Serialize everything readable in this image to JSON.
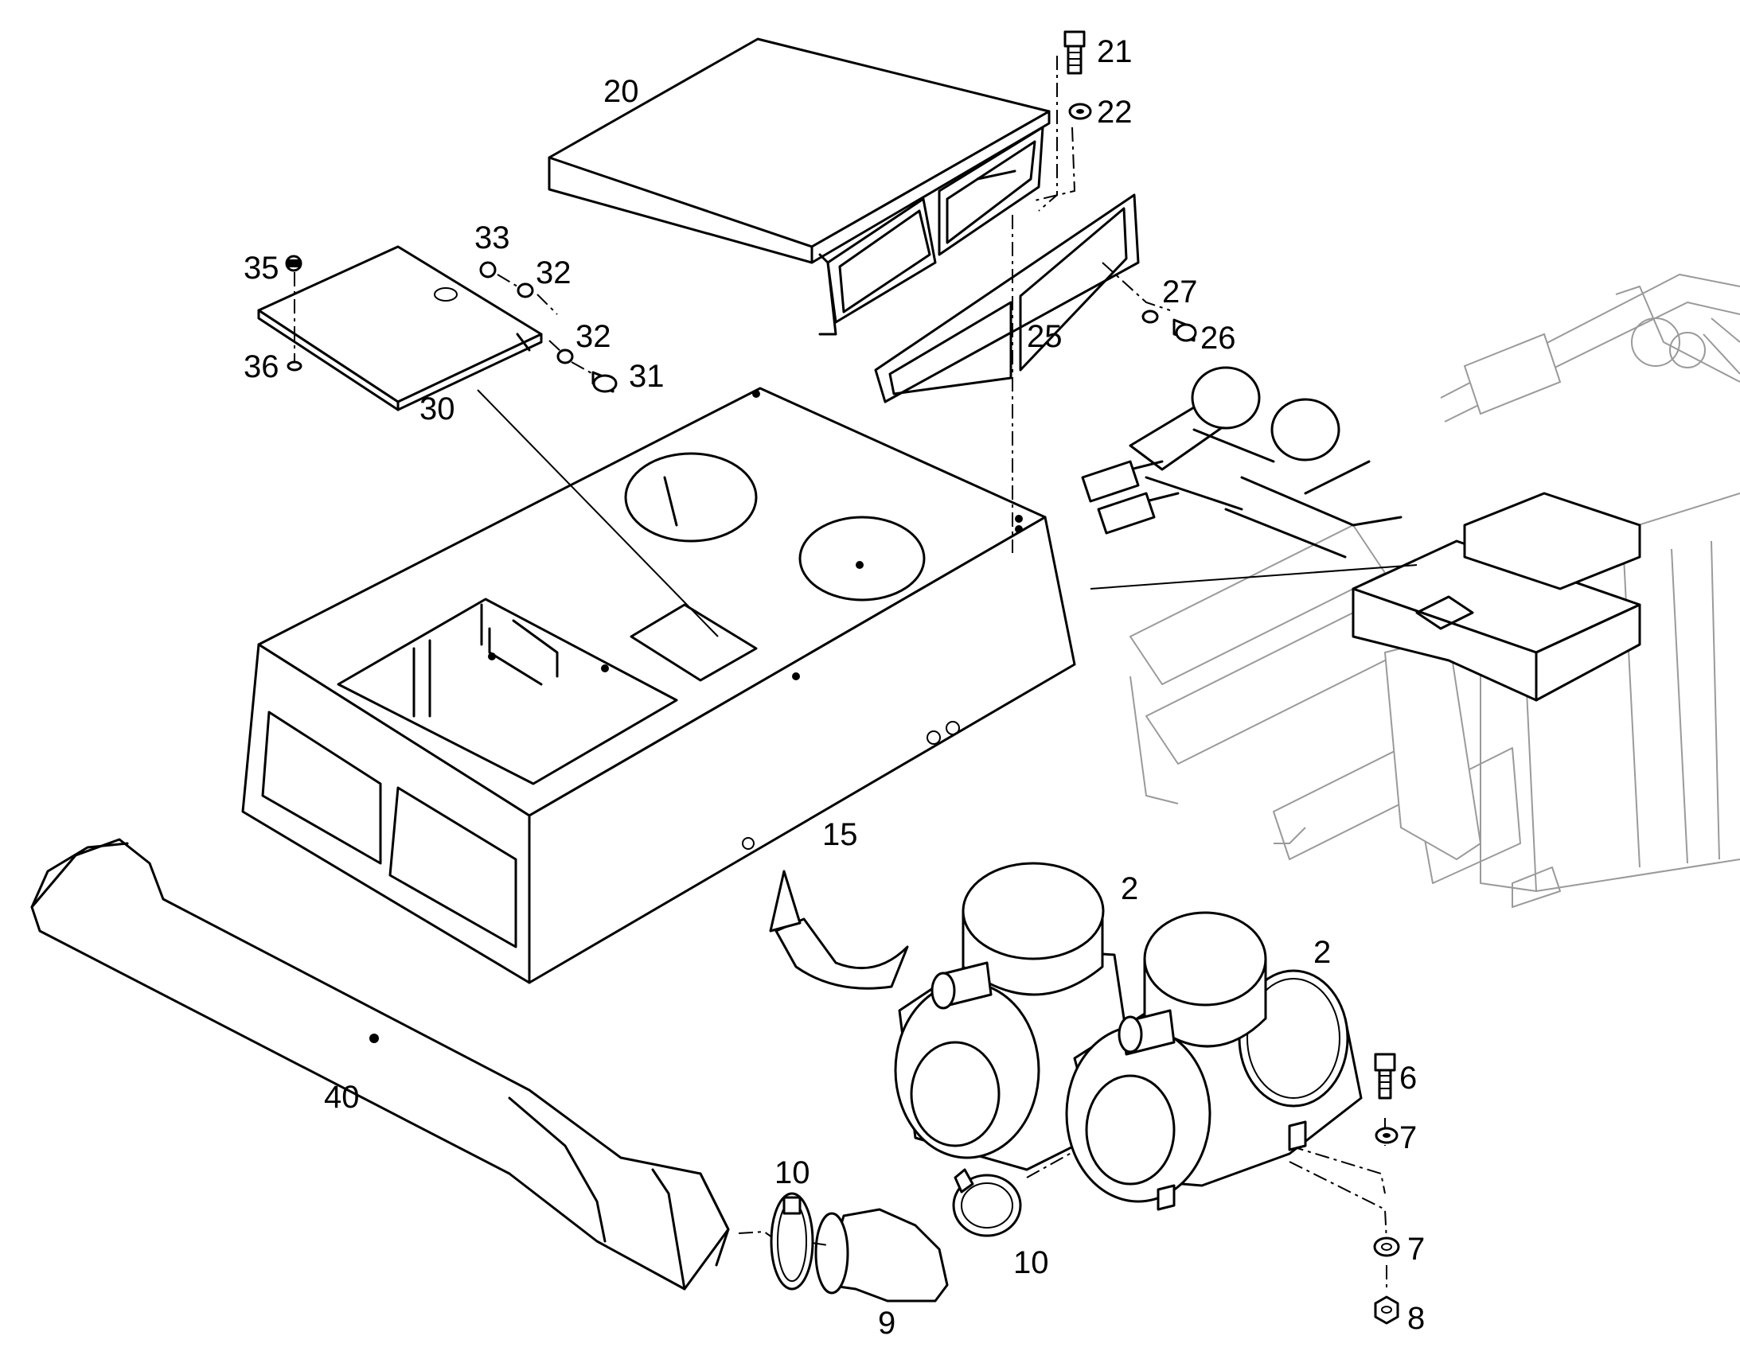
{
  "diagram": {
    "callouts": [
      {
        "id": "c2a",
        "text": "2"
      },
      {
        "id": "c2b",
        "text": "2"
      },
      {
        "id": "c6",
        "text": "6"
      },
      {
        "id": "c7a",
        "text": "7"
      },
      {
        "id": "c7b",
        "text": "7"
      },
      {
        "id": "c8",
        "text": "8"
      },
      {
        "id": "c9",
        "text": "9"
      },
      {
        "id": "c10a",
        "text": "10"
      },
      {
        "id": "c10b",
        "text": "10"
      },
      {
        "id": "c15",
        "text": "15"
      },
      {
        "id": "c20",
        "text": "20"
      },
      {
        "id": "c21",
        "text": "21"
      },
      {
        "id": "c22",
        "text": "22"
      },
      {
        "id": "c25",
        "text": "25"
      },
      {
        "id": "c26",
        "text": "26"
      },
      {
        "id": "c27",
        "text": "27"
      },
      {
        "id": "c30",
        "text": "30"
      },
      {
        "id": "c31",
        "text": "31"
      },
      {
        "id": "c32a",
        "text": "32"
      },
      {
        "id": "c32b",
        "text": "32"
      },
      {
        "id": "c33",
        "text": "33"
      },
      {
        "id": "c35",
        "text": "35"
      },
      {
        "id": "c36",
        "text": "36"
      },
      {
        "id": "c40",
        "text": "40"
      }
    ]
  }
}
